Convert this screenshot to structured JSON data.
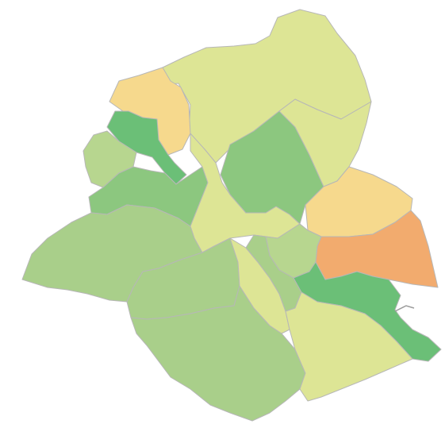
{
  "map": {
    "type": "choropleth",
    "palette": {
      "yellow_green": "#dde595",
      "light_green": "#b7d68f",
      "green": "#a9cf8a",
      "medium_green": "#8cc77f",
      "dark_green": "#6bbf77",
      "light_orange": "#f6d98d",
      "orange": "#f2ab6e",
      "border": "#b7b7b7"
    },
    "regions": [
      {
        "key": "north",
        "color_class": "yellow_green"
      },
      {
        "key": "northwest-top",
        "color_class": "light_orange"
      },
      {
        "key": "northwest-center",
        "color_class": "dark_green"
      },
      {
        "key": "west-small",
        "color_class": "light_green"
      },
      {
        "key": "west-band",
        "color_class": "medium_green"
      },
      {
        "key": "center-west",
        "color_class": "yellow_green"
      },
      {
        "key": "center-green",
        "color_class": "medium_green"
      },
      {
        "key": "center",
        "color_class": "yellow_green"
      },
      {
        "key": "east-top",
        "color_class": "yellow_green"
      },
      {
        "key": "east-yellow",
        "color_class": "light_orange"
      },
      {
        "key": "east-orange",
        "color_class": "orange"
      },
      {
        "key": "southwest",
        "color_class": "green"
      },
      {
        "key": "south-center",
        "color_class": "green"
      },
      {
        "key": "south",
        "color_class": "green"
      },
      {
        "key": "south-center-small",
        "color_class": "green"
      },
      {
        "key": "south-narrow",
        "color_class": "yellow_green"
      },
      {
        "key": "southeast-green",
        "color_class": "dark_green"
      },
      {
        "key": "southeast",
        "color_class": "yellow_green"
      },
      {
        "key": "center-east-small",
        "color_class": "light_green"
      }
    ]
  }
}
